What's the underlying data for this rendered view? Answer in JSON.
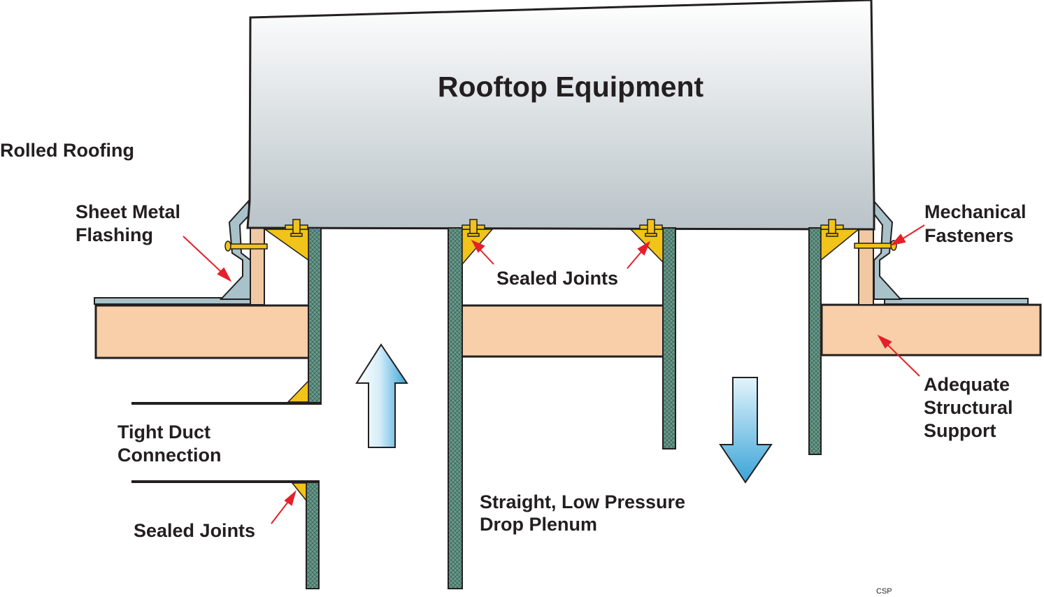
{
  "labels": {
    "rooftop_equipment": "Rooftop Equipment",
    "rolled_roofing": "Rolled Roofing",
    "sheet_metal_flashing": [
      "Sheet Metal",
      "Flashing"
    ],
    "mechanical_fasteners": [
      "Mechanical",
      "Fasteners"
    ],
    "sealed_joints_top": "Sealed Joints",
    "adequate_structural_support": [
      "Adequate",
      "Structural",
      "Support"
    ],
    "tight_duct_connection": [
      "Tight Duct",
      "Connection"
    ],
    "sealed_joints_bottom": "Sealed Joints",
    "plenum": [
      "Straight, Low Pressure",
      "Drop Plenum"
    ],
    "credit": "CSP"
  },
  "colors": {
    "equipment_fill_top": "#ffffff",
    "equipment_fill_bottom": "#b9c3c8",
    "roof_deck": "#f8cfa8",
    "curb_wood": "#f0c9a3",
    "insulation_duct": "#6b9b8c",
    "flashing_metal": "#a9c2c9",
    "sealant": "#f2c318",
    "arrow_red": "#e4202a",
    "airflow_light": "#e4f4fb",
    "airflow_dark": "#3aa4d8",
    "outline": "#231f20"
  }
}
